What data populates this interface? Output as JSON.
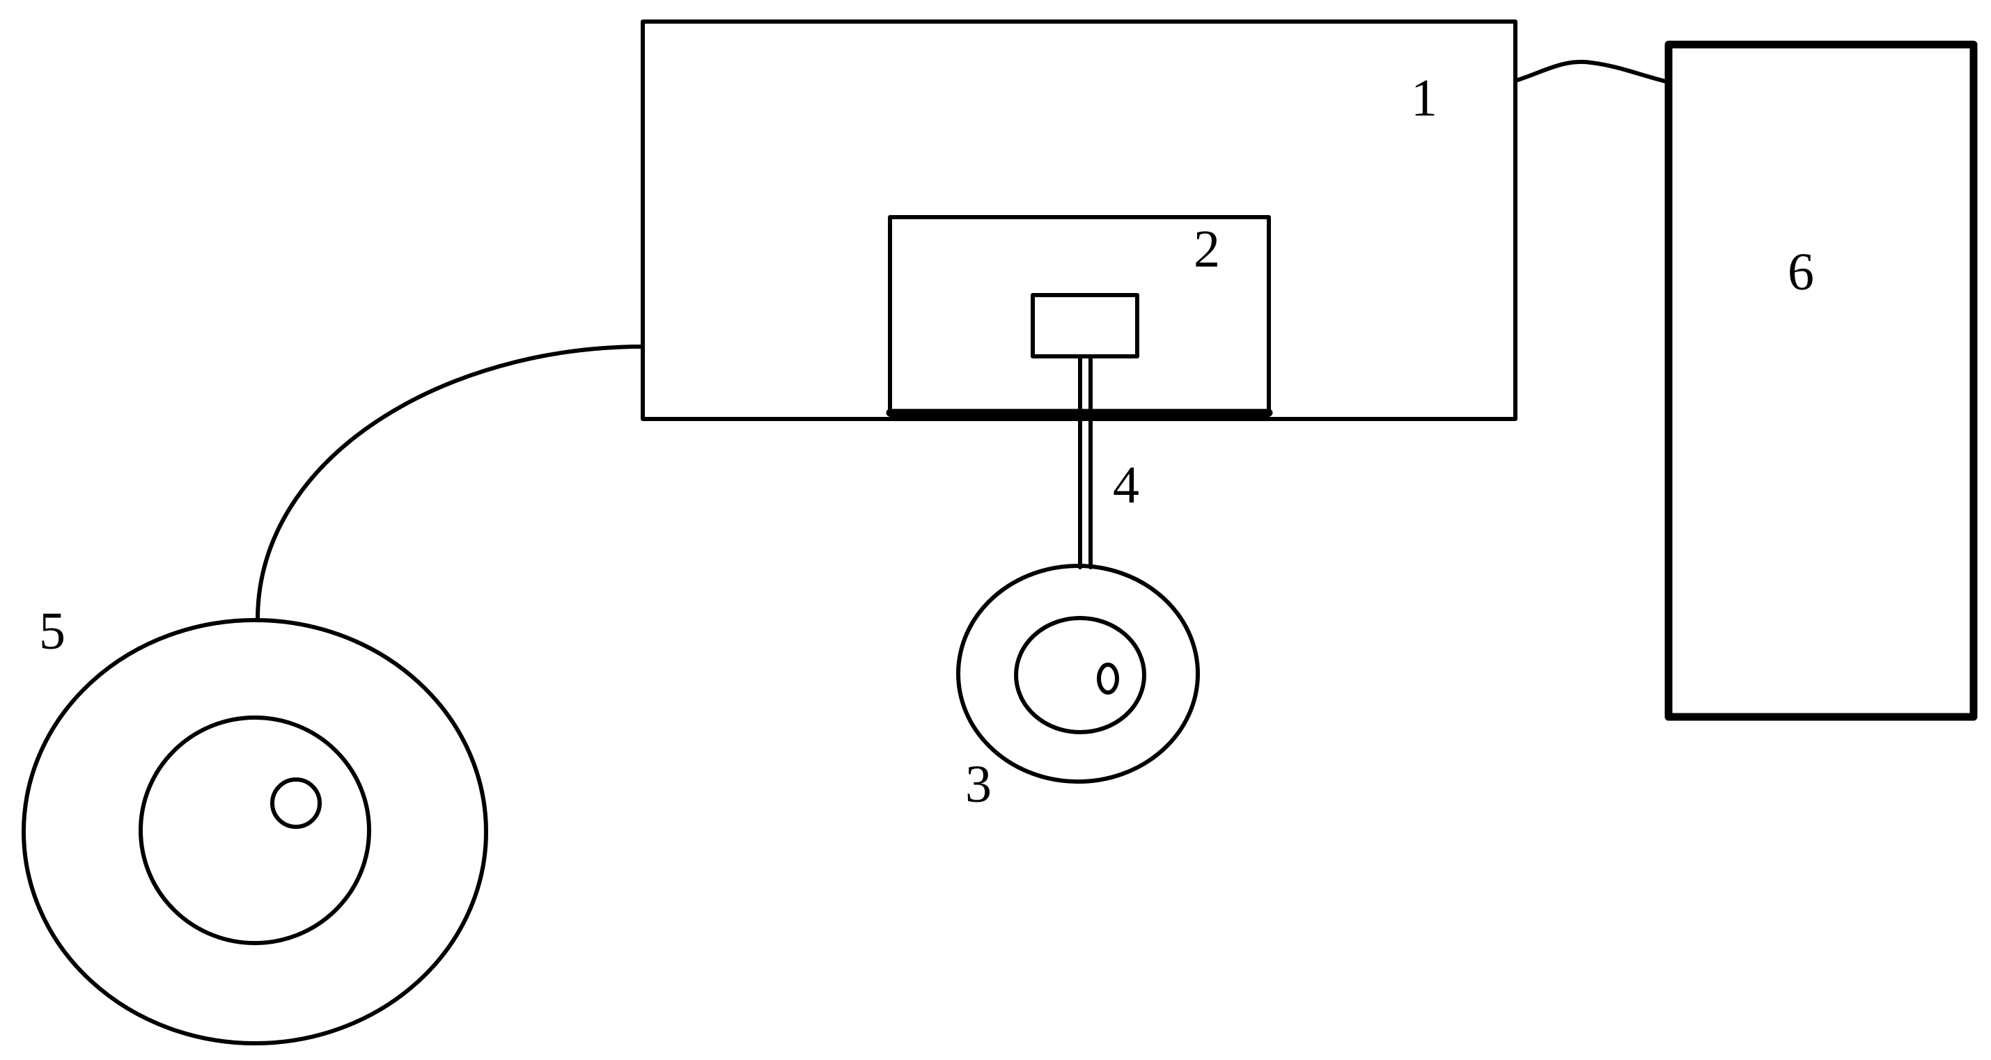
{
  "labels": {
    "part_1": "1",
    "part_2": "2",
    "part_3": "3",
    "part_4": "4",
    "part_5": "5",
    "part_6": "6"
  },
  "colors": {
    "stroke": "#000000",
    "background": "#ffffff"
  }
}
